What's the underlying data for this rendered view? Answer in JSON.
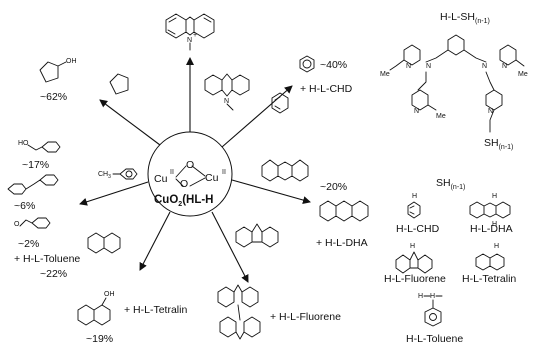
{
  "center": {
    "label_line1": "Cu",
    "cu_ox1": "II",
    "o_top": "O",
    "o_bottom": "O",
    "cu2": "Cu",
    "cu_ox2": "II",
    "complex_main": "CuO",
    "complex_sub": "2",
    "complex_rest": "(HL-H"
  },
  "products": {
    "acridinium_n": "N",
    "acridinium_charge": "+",
    "acridine_n": "N",
    "thf_oh": "OH",
    "thf_yield": "~62%",
    "benzene_yield": "~40%",
    "chd_label": "+ H-L-CHD",
    "benzyl_alcohol_oh": "HO",
    "benzyl_alcohol_yield": "~17%",
    "bibenzyl_yield": "~6%",
    "benzaldehyde_o": "O",
    "benzaldehyde_yield": "~2%",
    "toluene_label": "+ H-L-Toluene",
    "toluene_total": "~22%",
    "toluene_ch3": "CH",
    "toluene_ch3_sub": "3",
    "anthracene_yield": "~20%",
    "dha_label": "+ H-L-DHA",
    "tetralol_oh": "OH",
    "tetralol_yield": "~19%",
    "tetralin_label": "+ H-L-Tetralin",
    "fluorene_label": "+ H-L-Fluorene"
  },
  "ligand": {
    "title": "H-L-SH",
    "title_sub": "(n-1)",
    "n1": "N",
    "n2": "N",
    "n3": "N",
    "n4": "N",
    "n5": "N",
    "n6": "N",
    "me1": "Me",
    "me2": "Me",
    "me3": "Me",
    "sh": "SH",
    "sh_sub": "(n-1)"
  },
  "legend": {
    "title": "SH",
    "title_sub": "(n-1)",
    "chd": "H-L-CHD",
    "dha": "H-L-DHA",
    "fluorene": "H-L-Fluorene",
    "tetralin": "H-L-Tetralin",
    "toluene": "H-L-Toluene",
    "h": "H",
    "h2": "H",
    "h3": "H",
    "h4": "H",
    "h5": "H",
    "h6": "H"
  }
}
